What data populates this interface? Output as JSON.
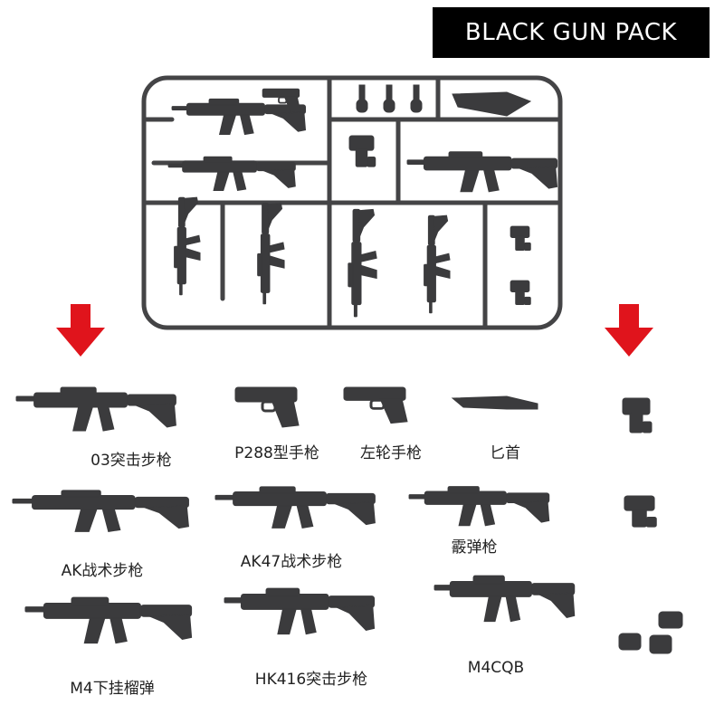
{
  "banner": {
    "title": "BLACK GUN PACK"
  },
  "colors": {
    "plastic": "#3b3b3d",
    "sprue": "#444446",
    "arrow": "#e0141c",
    "banner_bg": "#000000",
    "banner_text": "#ffffff"
  },
  "labels": {
    "w03": "03突击步枪",
    "p288": "P288型手枪",
    "revolver": "左轮手枪",
    "dagger": "匕首",
    "ak": "AK战术步枪",
    "ak47": "AK47战术步枪",
    "shotgun": "霰弹枪",
    "m4gl": "M4下挂榴弹",
    "hk416": "HK416突击步枪",
    "m4cqb": "M4CQB"
  }
}
